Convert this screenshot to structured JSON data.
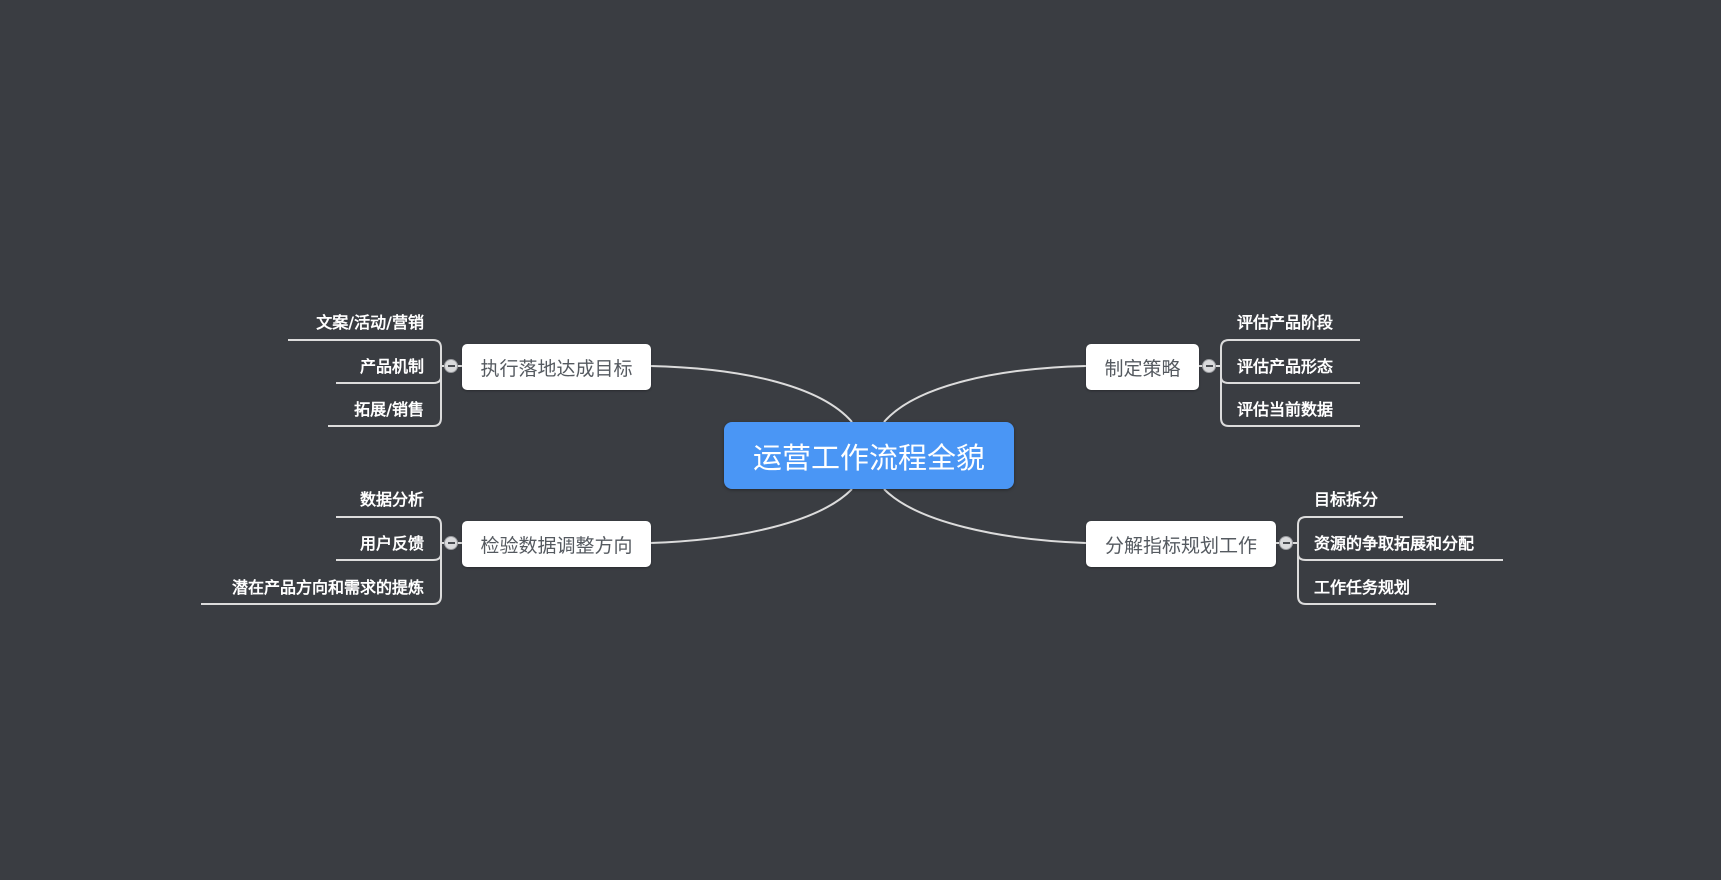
{
  "root": {
    "label": "运营工作流程全貌"
  },
  "branches": {
    "exec": {
      "label": "执行落地达成目标",
      "children": [
        "文案/活动/营销",
        "产品机制",
        "拓展/销售"
      ]
    },
    "verify": {
      "label": "检验数据调整方向",
      "children": [
        "数据分析",
        "用户反馈",
        "潜在产品方向和需求的提炼"
      ]
    },
    "strategy": {
      "label": "制定策略",
      "children": [
        "评估产品阶段",
        "评估产品形态",
        "评估当前数据"
      ]
    },
    "decompose": {
      "label": "分解指标规划工作",
      "children": [
        "目标拆分",
        "资源的争取拓展和分配",
        "工作任务规划"
      ]
    }
  },
  "colors": {
    "background": "#3a3d42",
    "root": "#4a96f5",
    "branch": "#ffffff",
    "line": "#dcdcdc"
  }
}
